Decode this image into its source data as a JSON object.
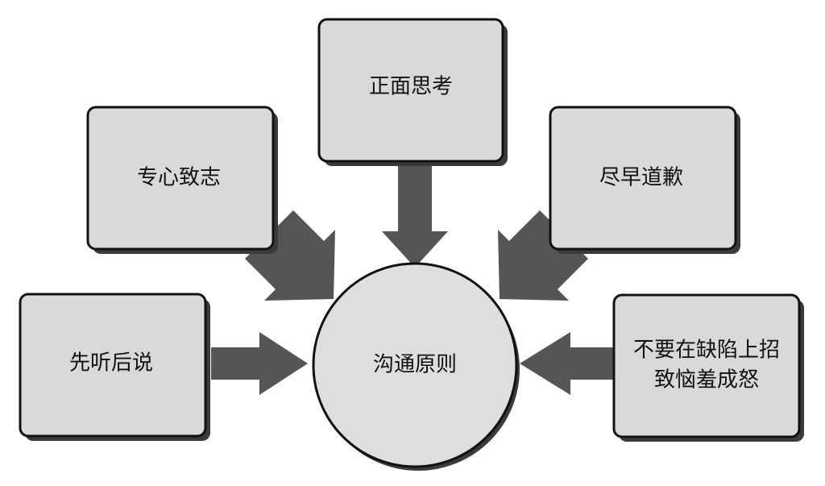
{
  "center": {
    "label": "沟通原则"
  },
  "principles": [
    {
      "id": "top",
      "label": "正面思考"
    },
    {
      "id": "upper-left",
      "label": "专心致志"
    },
    {
      "id": "upper-right",
      "label": "尽早道歉"
    },
    {
      "id": "left",
      "label": "先听后说"
    },
    {
      "id": "right",
      "label_line1": "不要在缺陷上招",
      "label_line2": "致恼羞成怒"
    }
  ],
  "colors": {
    "box_fill": "#d9d9d9",
    "arrow": "#555555",
    "outline": "#111111",
    "shadow": "#3a3a3a"
  }
}
